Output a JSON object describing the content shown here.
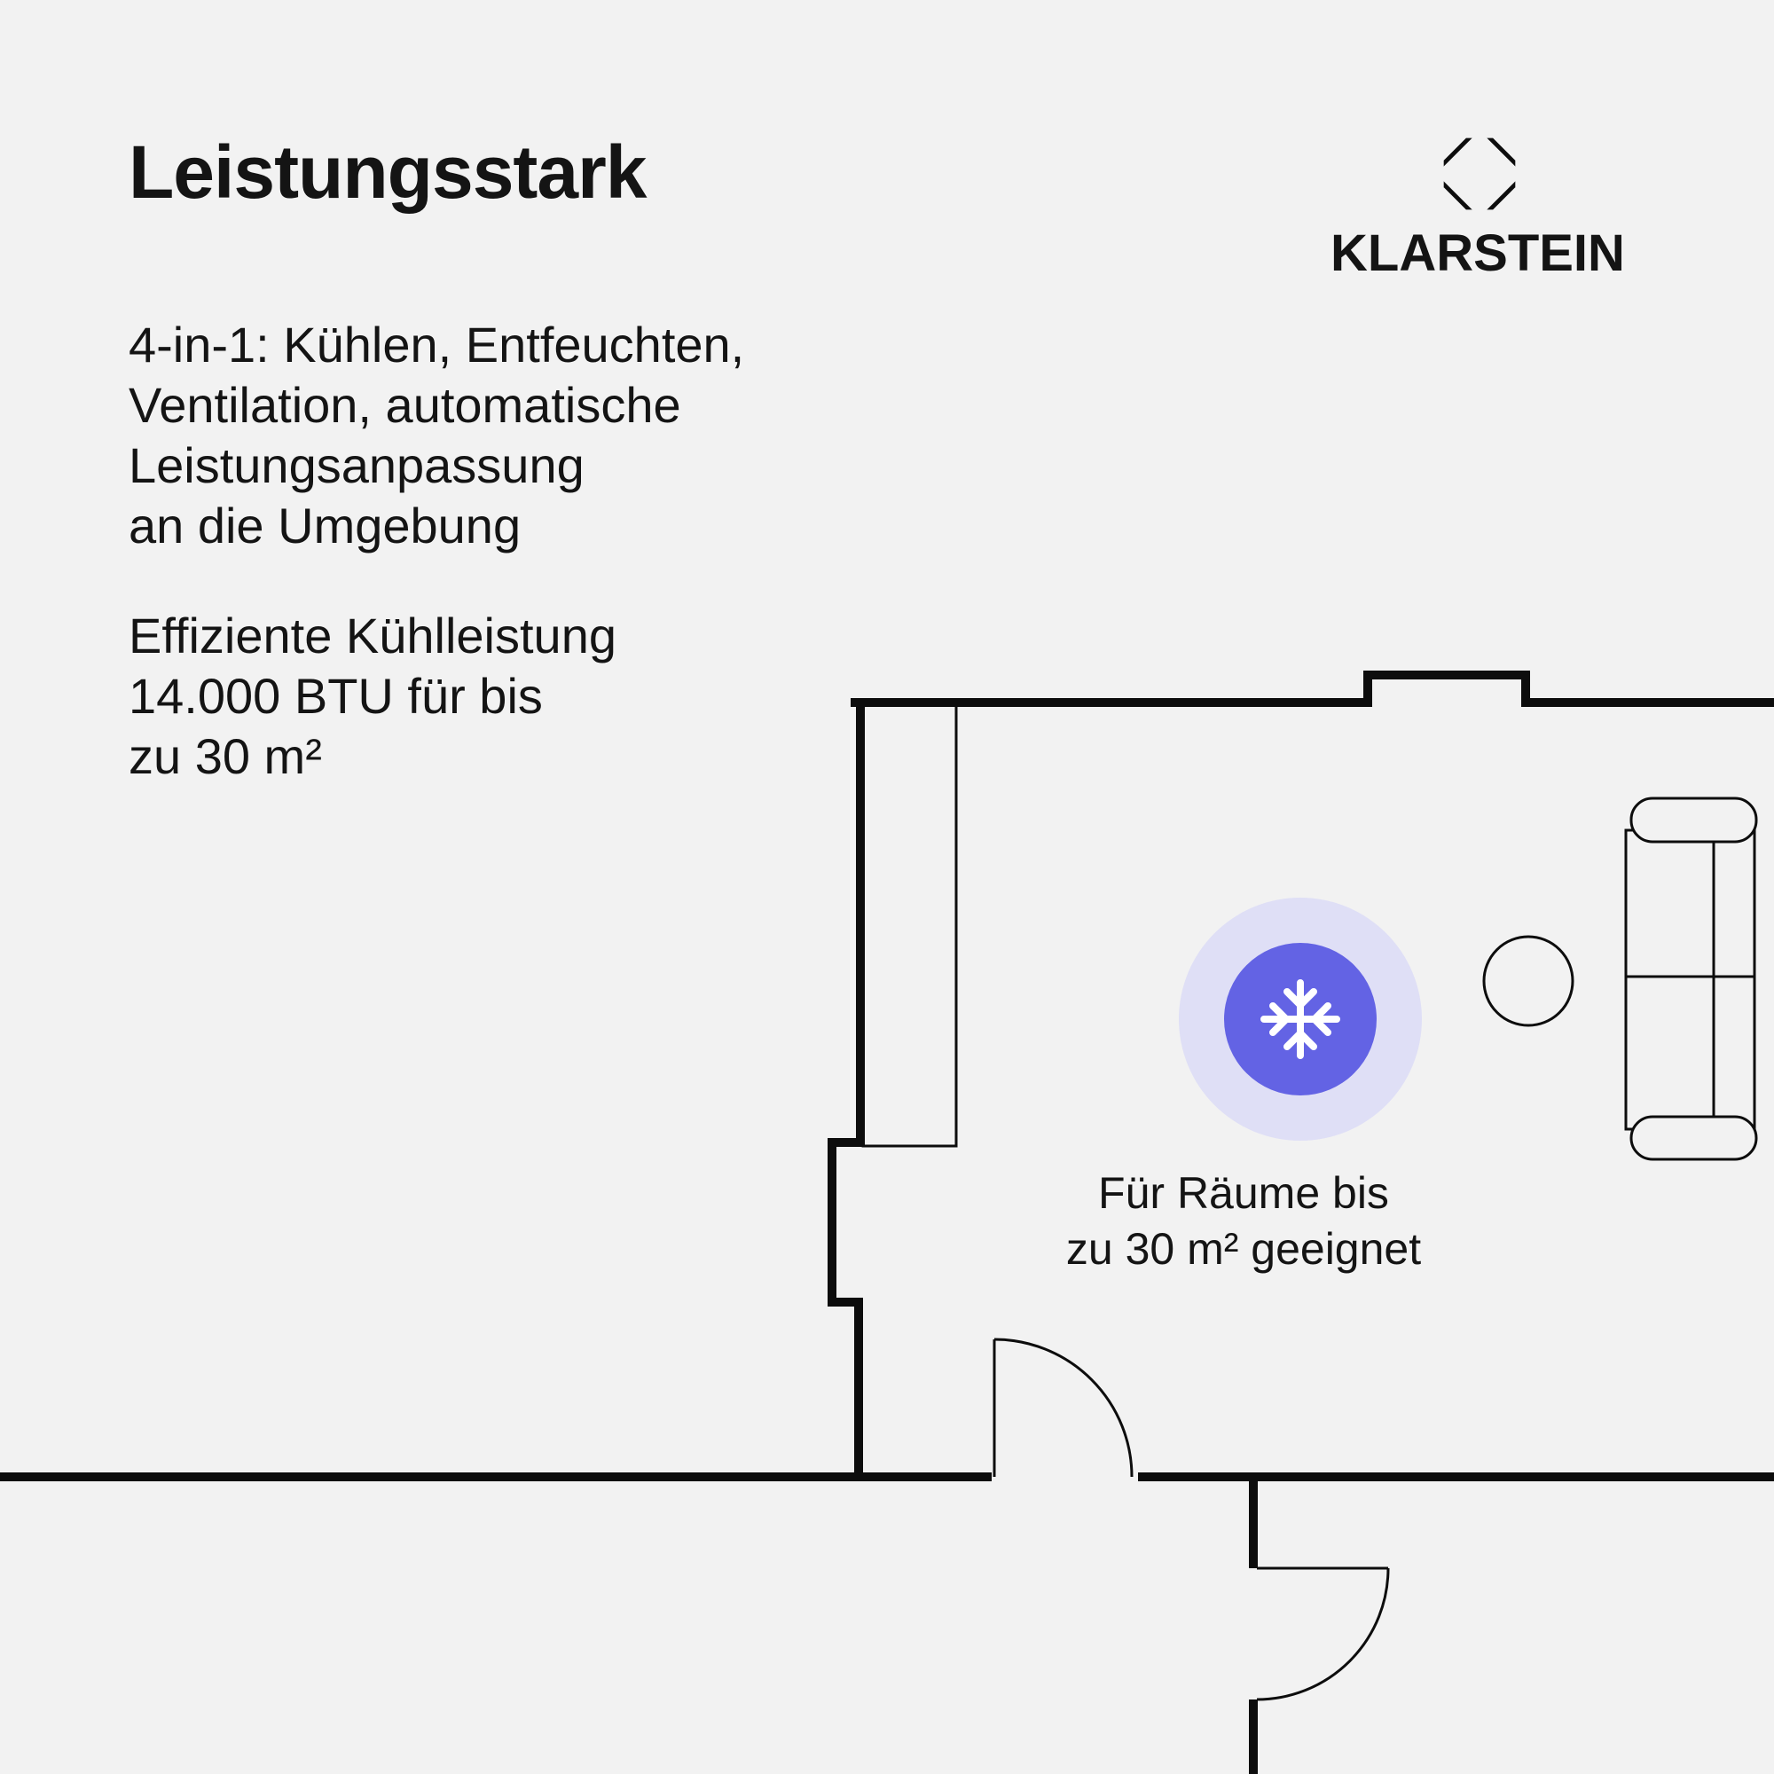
{
  "header": {
    "title": "Leistungsstark"
  },
  "brand": {
    "wordmark": "KLARSTEIN"
  },
  "features": {
    "lines": [
      "4-in-1: Kühlen, Entfeuchten,",
      "Ventilation, automatische",
      "Leistungsanpassung",
      "an die Umgebung"
    ]
  },
  "cooling": {
    "lines": [
      "Effiziente Kühlleistung",
      "14.000 BTU für bis",
      "zu 30 m²"
    ]
  },
  "plan": {
    "caption": {
      "lines": [
        "Für Räume bis",
        "zu 30 m² geeignet"
      ]
    },
    "badge_icon": "snowflake-icon"
  },
  "colors": {
    "bg": "#f2f2f2",
    "text": "#141414",
    "line": "#0d0d0d",
    "accent": "#6363e4",
    "halo": "#dfdff6",
    "icon": "#ffffff"
  }
}
